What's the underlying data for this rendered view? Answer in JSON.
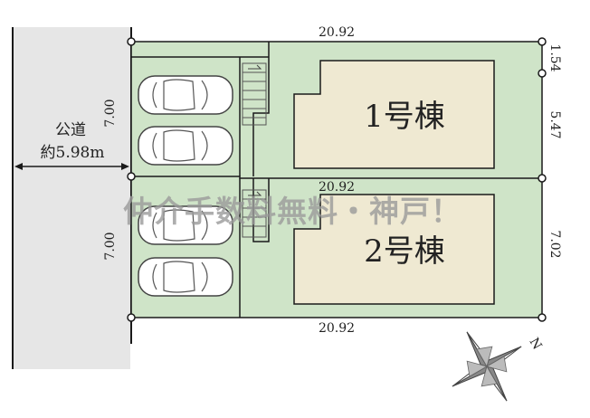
{
  "road": {
    "label_line1": "公道",
    "label_line2": "約5.98m"
  },
  "dimensions": {
    "top_width": "20.92",
    "middle_width": "20.92",
    "bottom_width": "20.92",
    "right_top_short": "1.54",
    "right_lot1_depth": "5.47",
    "right_lot2_depth": "7.02",
    "left_lot1_depth": "7.00",
    "left_lot2_depth": "7.00"
  },
  "buildings": {
    "lot1": "1号棟",
    "lot2": "2号棟"
  },
  "watermark": "仲介手数料無料・神戸！",
  "compass": {
    "north_label": "N"
  },
  "colors": {
    "lot_fill": "#cfe4c8",
    "building_fill": "#efe9d2",
    "road_fill": "#e6e6e6",
    "line": "#1a1a1a"
  }
}
